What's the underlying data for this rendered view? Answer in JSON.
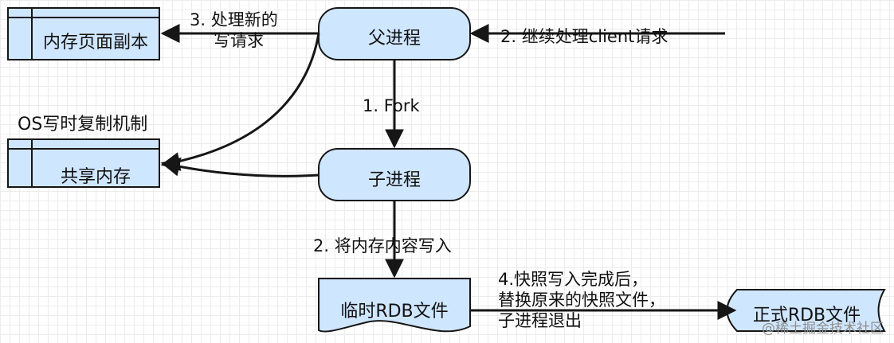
{
  "colors": {
    "node_fill": "#cfe6ff",
    "node_stroke": "#161616",
    "edge": "#161616",
    "grid": "#ececec"
  },
  "nodes": {
    "memory_copy": "内存页面副本",
    "parent_process": "父进程",
    "os_label": "OS写时复制机制",
    "shared_memory": "共享内存",
    "child_process": "子进程",
    "temp_rdb": "临时RDB文件",
    "final_rdb": "正式RDB文件"
  },
  "edges": {
    "handle_new_write": [
      "3. 处理新的",
      "写请求"
    ],
    "continue_client": "2. 继续处理client请求",
    "fork": "1. Fork",
    "write_memory": "2. 将内存内容写入",
    "replace_snapshot": [
      "4.快照写入完成后，",
      "替换原来的快照文件，",
      "子进程退出"
    ]
  },
  "watermark": "@稀土掘金技术社区"
}
